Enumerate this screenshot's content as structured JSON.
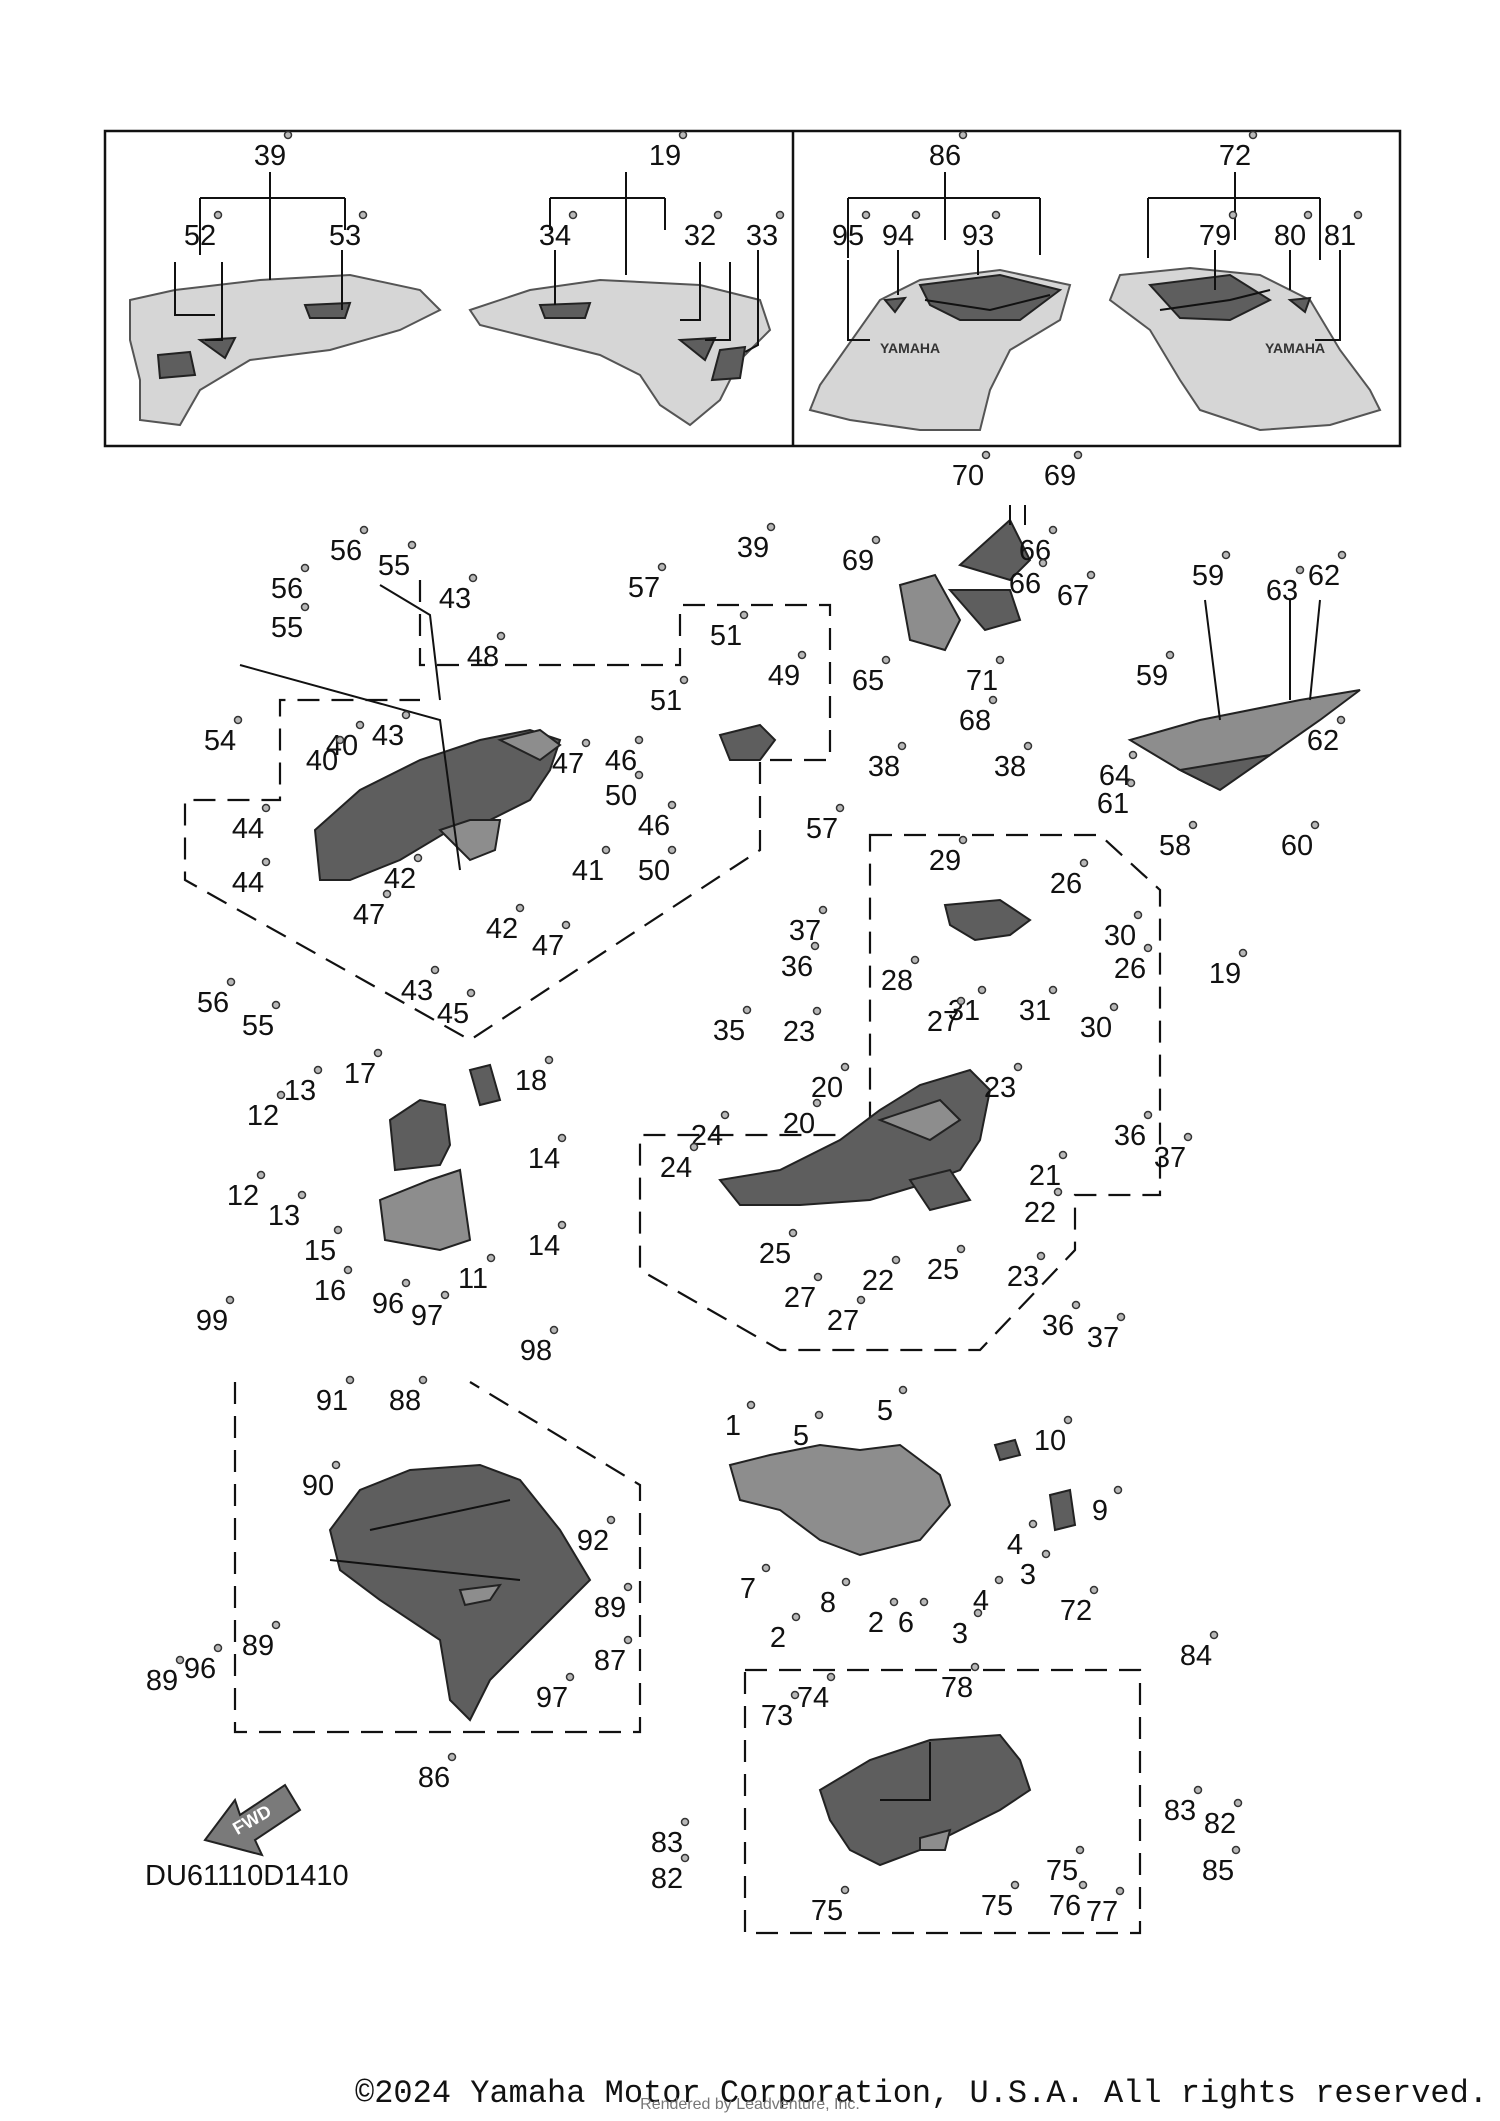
{
  "diagram_code": "DU61110D1410",
  "fwd_label": "FWD",
  "copyright": "©2024 Yamaha Motor Corporation, U.S.A. All rights reserved.",
  "watermark": "Rendered by Leadventure, Inc.",
  "decal_text": "YAMAHA",
  "part_labels": [
    {
      "n": "39"
    },
    {
      "n": "52"
    },
    {
      "n": "53"
    },
    {
      "n": "19"
    },
    {
      "n": "34"
    },
    {
      "n": "32"
    },
    {
      "n": "33"
    },
    {
      "n": "86"
    },
    {
      "n": "95"
    },
    {
      "n": "94"
    },
    {
      "n": "93"
    },
    {
      "n": "72"
    },
    {
      "n": "79"
    },
    {
      "n": "80"
    },
    {
      "n": "81"
    },
    {
      "n": "70"
    },
    {
      "n": "69"
    },
    {
      "n": "69"
    },
    {
      "n": "66"
    },
    {
      "n": "66"
    },
    {
      "n": "67"
    },
    {
      "n": "65"
    },
    {
      "n": "71"
    },
    {
      "n": "68"
    },
    {
      "n": "59"
    },
    {
      "n": "63"
    },
    {
      "n": "62"
    },
    {
      "n": "59"
    },
    {
      "n": "62"
    },
    {
      "n": "64"
    },
    {
      "n": "61"
    },
    {
      "n": "58"
    },
    {
      "n": "60"
    },
    {
      "n": "56"
    },
    {
      "n": "55"
    },
    {
      "n": "56"
    },
    {
      "n": "55"
    },
    {
      "n": "43"
    },
    {
      "n": "48"
    },
    {
      "n": "43"
    },
    {
      "n": "40"
    },
    {
      "n": "40"
    },
    {
      "n": "54"
    },
    {
      "n": "44"
    },
    {
      "n": "44"
    },
    {
      "n": "47"
    },
    {
      "n": "47"
    },
    {
      "n": "47"
    },
    {
      "n": "42"
    },
    {
      "n": "42"
    },
    {
      "n": "41"
    },
    {
      "n": "43"
    },
    {
      "n": "45"
    },
    {
      "n": "56"
    },
    {
      "n": "55"
    },
    {
      "n": "39"
    },
    {
      "n": "57"
    },
    {
      "n": "51"
    },
    {
      "n": "49"
    },
    {
      "n": "51"
    },
    {
      "n": "46"
    },
    {
      "n": "50"
    },
    {
      "n": "46"
    },
    {
      "n": "50"
    },
    {
      "n": "57"
    },
    {
      "n": "38"
    },
    {
      "n": "38"
    },
    {
      "n": "29"
    },
    {
      "n": "26"
    },
    {
      "n": "30"
    },
    {
      "n": "26"
    },
    {
      "n": "19"
    },
    {
      "n": "31"
    },
    {
      "n": "31"
    },
    {
      "n": "30"
    },
    {
      "n": "37"
    },
    {
      "n": "36"
    },
    {
      "n": "28"
    },
    {
      "n": "23"
    },
    {
      "n": "27"
    },
    {
      "n": "35"
    },
    {
      "n": "20"
    },
    {
      "n": "20"
    },
    {
      "n": "23"
    },
    {
      "n": "24"
    },
    {
      "n": "24"
    },
    {
      "n": "21"
    },
    {
      "n": "36"
    },
    {
      "n": "37"
    },
    {
      "n": "22"
    },
    {
      "n": "25"
    },
    {
      "n": "25"
    },
    {
      "n": "23"
    },
    {
      "n": "22"
    },
    {
      "n": "27"
    },
    {
      "n": "27"
    },
    {
      "n": "36"
    },
    {
      "n": "37"
    },
    {
      "n": "17"
    },
    {
      "n": "18"
    },
    {
      "n": "13"
    },
    {
      "n": "12"
    },
    {
      "n": "14"
    },
    {
      "n": "12"
    },
    {
      "n": "13"
    },
    {
      "n": "14"
    },
    {
      "n": "15"
    },
    {
      "n": "16"
    },
    {
      "n": "11"
    },
    {
      "n": "99"
    },
    {
      "n": "96"
    },
    {
      "n": "97"
    },
    {
      "n": "98"
    },
    {
      "n": "91"
    },
    {
      "n": "88"
    },
    {
      "n": "90"
    },
    {
      "n": "92"
    },
    {
      "n": "89"
    },
    {
      "n": "89"
    },
    {
      "n": "87"
    },
    {
      "n": "89"
    },
    {
      "n": "96"
    },
    {
      "n": "97"
    },
    {
      "n": "86"
    },
    {
      "n": "1"
    },
    {
      "n": "5"
    },
    {
      "n": "5"
    },
    {
      "n": "10"
    },
    {
      "n": "9"
    },
    {
      "n": "4"
    },
    {
      "n": "3"
    },
    {
      "n": "4"
    },
    {
      "n": "3"
    },
    {
      "n": "7"
    },
    {
      "n": "8"
    },
    {
      "n": "2"
    },
    {
      "n": "2"
    },
    {
      "n": "6"
    },
    {
      "n": "72"
    },
    {
      "n": "84"
    },
    {
      "n": "78"
    },
    {
      "n": "74"
    },
    {
      "n": "73"
    },
    {
      "n": "83"
    },
    {
      "n": "82"
    },
    {
      "n": "83"
    },
    {
      "n": "82"
    },
    {
      "n": "85"
    },
    {
      "n": "75"
    },
    {
      "n": "76"
    },
    {
      "n": "77"
    },
    {
      "n": "75"
    },
    {
      "n": "75"
    }
  ]
}
